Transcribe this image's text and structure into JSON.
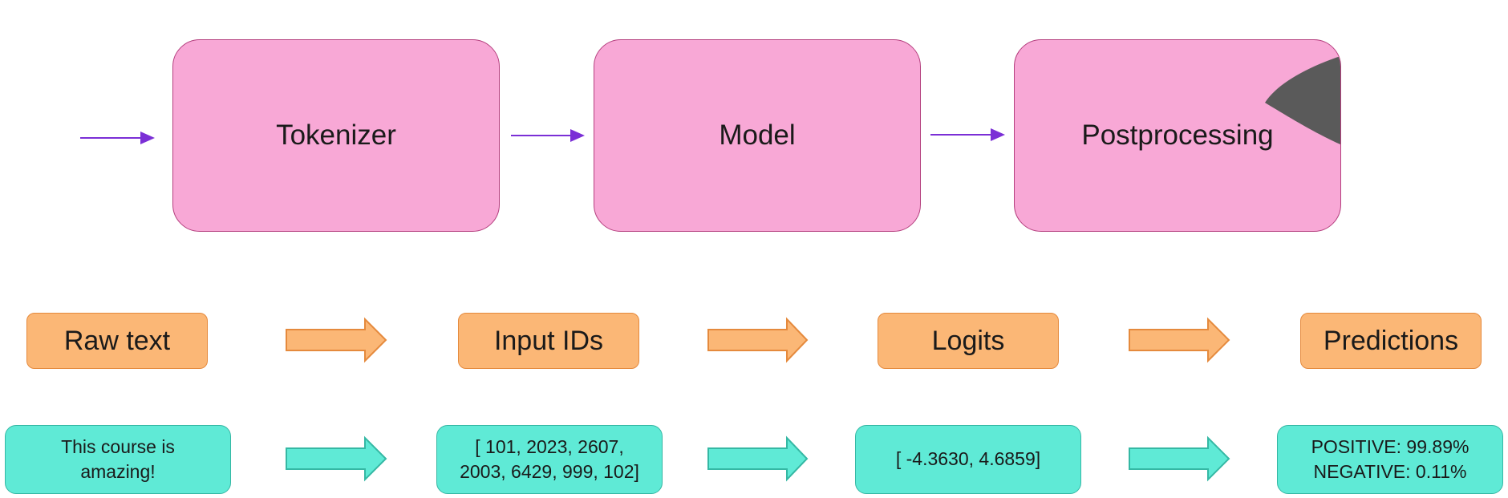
{
  "pipeline": {
    "stages": [
      {
        "label": "Tokenizer"
      },
      {
        "label": "Model"
      },
      {
        "label": "Postprocessing"
      }
    ]
  },
  "data_row": {
    "labels": [
      "Raw text",
      "Input IDs",
      "Logits",
      "Predictions"
    ],
    "values": [
      "This course is\namazing!",
      "[ 101, 2023, 2607,\n2003, 6429, 999, 102]",
      "[ -4.3630, 4.6859]",
      "POSITIVE: 99.89%\nNEGATIVE:  0.11%"
    ]
  },
  "colors": {
    "stage_fill": "#f8a8d6",
    "stage_border": "#b5407f",
    "label_fill": "#fbb776",
    "label_border": "#e58a3d",
    "value_fill": "#5fead6",
    "value_border": "#35b8a4",
    "connector_arrow": "#7b2fd6"
  }
}
